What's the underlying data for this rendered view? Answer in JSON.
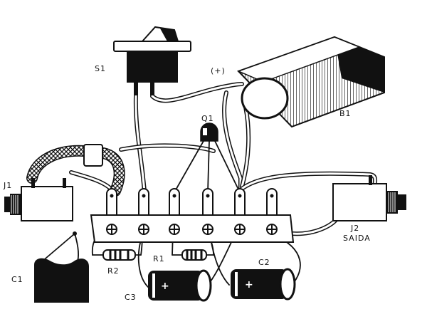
{
  "labels": {
    "s1": "S1",
    "b1": "B1",
    "plus": "(+)",
    "q1": "Q1",
    "j1": "J1",
    "j2": "J2",
    "j2_sub": "SAIDA",
    "c1": "C1",
    "r1": "R1",
    "r2": "R2",
    "c2": "C2",
    "c3": "C3",
    "c2_pol": "+",
    "c3_pol": "+"
  },
  "colors": {
    "ink": "#111111",
    "paper": "#ffffff"
  }
}
